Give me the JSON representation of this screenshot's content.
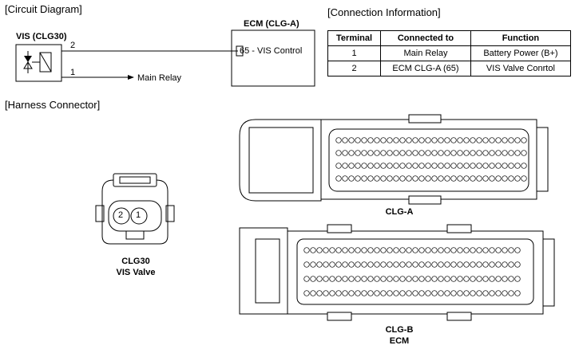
{
  "circuit": {
    "title": "[Circuit Diagram]",
    "vis_label": "VIS (CLG30)",
    "pin2": "2",
    "pin1": "1",
    "main_relay": "Main Relay",
    "ecm_label": "ECM (CLG-A)",
    "ecm_pin": "65 - VIS Control"
  },
  "connection": {
    "title": "[Connection Information]",
    "headers": [
      "Terminal",
      "Connected to",
      "Function"
    ],
    "rows": [
      [
        "1",
        "Main Relay",
        "Battery Power (B+)"
      ],
      [
        "2",
        "ECM CLG-A (65)",
        "VIS Valve Conrtol"
      ]
    ]
  },
  "harness": {
    "title": "[Harness Connector]",
    "clg30_pins": [
      "2",
      "1"
    ],
    "clg30_name": "CLG30",
    "clg30_desc": "VIS Valve",
    "clga_name": "CLG-A",
    "clgb_name": "CLG-B",
    "clgb_desc": "ECM"
  }
}
